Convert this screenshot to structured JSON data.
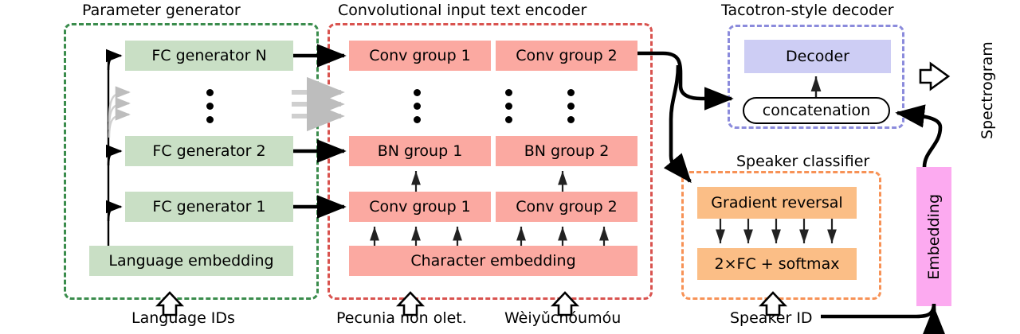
{
  "figure": {
    "groups": [
      {
        "id": "parameter-generator",
        "title": "Parameter generator",
        "color": "#3a8c4c"
      },
      {
        "id": "text-encoder",
        "title": "Convolutional input text encoder",
        "color": "#d9534f"
      },
      {
        "id": "tacotron-decoder",
        "title": "Tacotron-style decoder",
        "color": "#8b8bdc"
      },
      {
        "id": "speaker-classifier",
        "title": "Speaker classifier",
        "color": "#f79256"
      }
    ],
    "nodes": {
      "fc_generator_n": "FC generator N",
      "fc_generator_2": "FC generator 2",
      "fc_generator_1": "FC generator 1",
      "language_embedding": "Language embedding",
      "conv_group_1_top": "Conv group 1",
      "conv_group_2_top": "Conv group 2",
      "bn_group_1": "BN group 1",
      "bn_group_2": "BN group 2",
      "conv_group_1_bottom": "Conv group 1",
      "conv_group_2_bottom": "Conv group 2",
      "character_embedding": "Character embedding",
      "decoder": "Decoder",
      "concatenation": "concatenation",
      "gradient_reversal": "Gradient reversal",
      "fc_softmax": "2×FC + softmax",
      "embedding": "Embedding"
    },
    "io_labels": {
      "language_ids": "Language IDs",
      "text_latin": "Pecunia non olet.",
      "text_chinese": "Wèiyǔchóumóu",
      "speaker_id": "Speaker ID",
      "spectrogram": "Spectrogram"
    },
    "colors": {
      "green_fill": "#c9dfc5",
      "salmon_fill": "#fba9a1",
      "purple_fill": "#cdcdf4",
      "orange_fill": "#fbbe86",
      "pink_fill": "#fcaaf0",
      "green_border": "#3a8c4c",
      "red_border": "#d9534f",
      "blue_border": "#8b8bdc",
      "orange_border": "#f79256",
      "arrow_black": "#000000",
      "arrow_gray": "#bdbdbd"
    }
  }
}
